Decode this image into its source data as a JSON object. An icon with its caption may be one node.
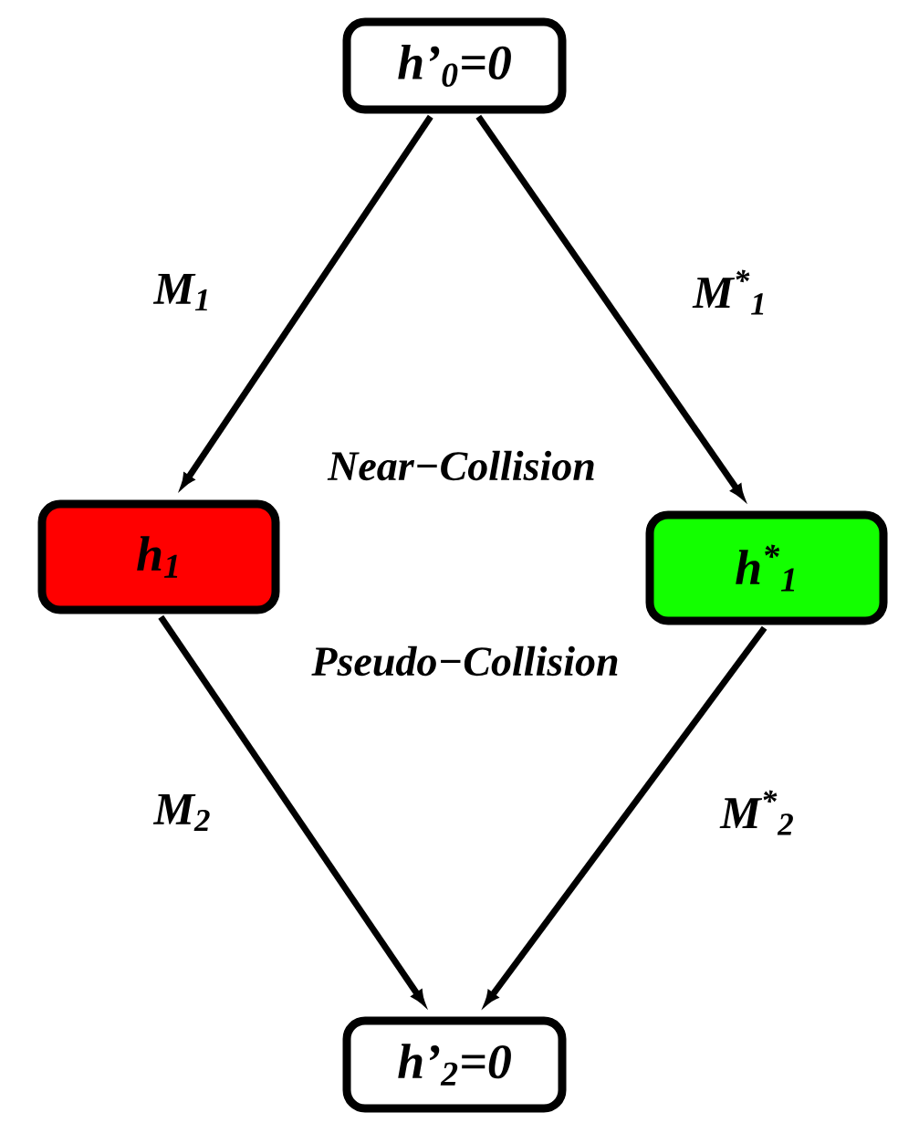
{
  "diagram": {
    "nodes": [
      {
        "text": [
          "h’$_{0}$=0"
        ]
      },
      {
        "text": [
          "h$_{1}$"
        ]
      },
      {
        "text": [
          "h$^{*}$$_{1}$"
        ]
      },
      {
        "text": [
          "h’$_{2}$=0"
        ]
      }
    ],
    "edges": [
      {
        "from": 0,
        "to": 1,
        "arrow": "to",
        "label": "M$_{1}$"
      },
      {
        "from": 0,
        "to": 2,
        "arrow": "to",
        "label": "M$^{*}$$_{1}$"
      },
      {
        "from": 1,
        "to": 3,
        "arrow": "to",
        "label": "M$_{2}$"
      },
      {
        "from": 2,
        "to": 3,
        "arrow": "to",
        "label": "M$^{*}$$_{2}$"
      }
    ],
    "labels": [
      "Near−Collision",
      "Pseudo−Collision"
    ]
  }
}
